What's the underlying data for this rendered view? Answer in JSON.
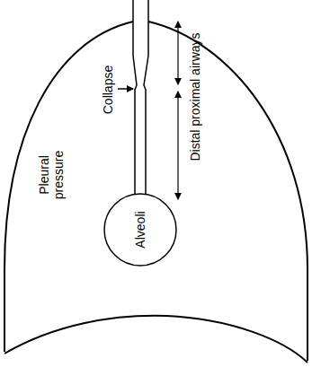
{
  "diagram": {
    "nodes": [
      {
        "text": [
          "Alveoli"
        ]
      }
    ],
    "labels": [
      "Pleural pressure",
      "Collapse",
      "Distal proximal airways"
    ]
  }
}
